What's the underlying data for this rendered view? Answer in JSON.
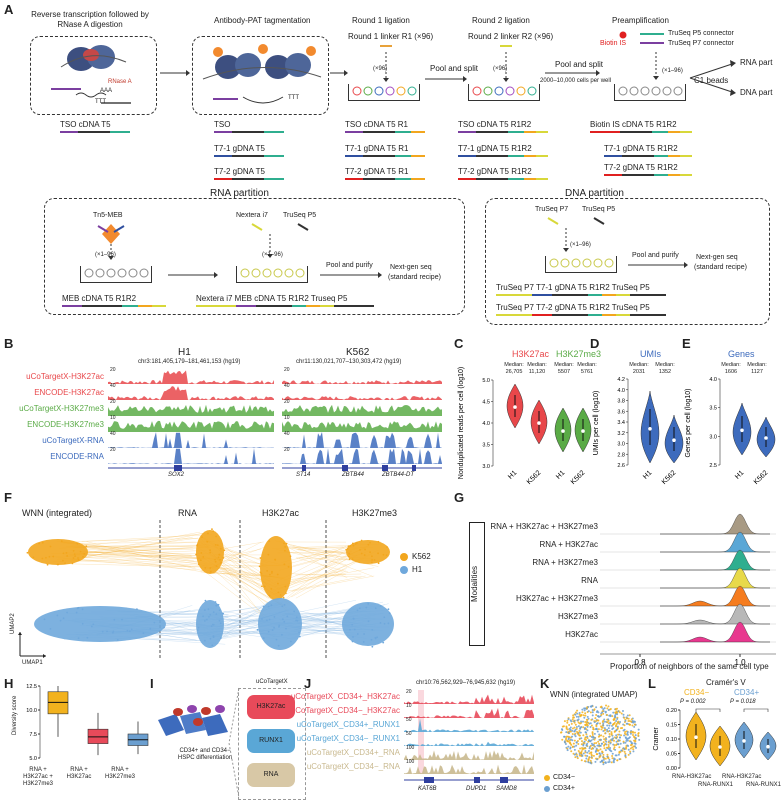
{
  "panels": [
    "A",
    "B",
    "C",
    "D",
    "E",
    "F",
    "G",
    "H",
    "I",
    "J",
    "K",
    "L"
  ],
  "A": {
    "steps": [
      "Reverse transcription followed by RNase A digestion",
      "Antibody-PAT tagmentation",
      "Round 1 ligation",
      "Round 2 ligation",
      "Preamplification"
    ],
    "round1_linker": "Round 1 linker R1 (×96)",
    "round2_linker": "Round 2 linker R2 (×96)",
    "x96": "(×96)",
    "pool_split": "Pool and split",
    "pool_split2": "Pool and split",
    "cells_per_well": "2000–10,000 cells per well",
    "x1_96": "(×1–96)",
    "biotin_is": "Biotin IS",
    "p5_conn": "TruSeq P5 connector",
    "p7_conn": "TruSeq P7 connector",
    "c1_beads": "C1 beads",
    "rna_part": "RNA part",
    "dna_part": "DNA part",
    "rnase": "RNase A",
    "aaa": "AAA",
    "ttt": "TTT",
    "frag_tso": "TSO  cDNA   T5",
    "frag_r1": [
      "TSO   cDNA   T5  R1",
      "T7-1  gDNA   T5  R1",
      "T7-2  gDNA   T5  R1"
    ],
    "frag_t5": [
      "TSO",
      "T7-1  gDNA   T5",
      "T7-2  gDNA   T5"
    ],
    "frag_r1r2": [
      "TSO   cDNA   T5  R1R2",
      "T7-1  gDNA   T5  R1R2",
      "T7-2  gDNA   T5  R1R2"
    ],
    "frag_pre": [
      "Biotin IS   cDNA   T5  R1R2",
      "T7-1  gDNA   T5  R1R2",
      "T7-2  gDNA   T5  R1R2"
    ],
    "rna_partition": "RNA partition",
    "dna_partition": "DNA partition",
    "tn5_meb": "Tn5-MEB",
    "nextera_i7": "Nextera i7",
    "truseq_p5": "TruSeq P5",
    "truseq_p7": "TruSeq P7",
    "pool_purify": "Pool and purify",
    "nextgen": "Next-gen seq",
    "standard": "(standard recipe)",
    "rna_frag1": "MEB   cDNA   T5  R1R2",
    "rna_frag2": "Nextera i7  MEB   cDNA   T5  R1R2   Truseq P5",
    "dna_frag1": "TruSeq P7  T7-1   gDNA   T5  R1R2   TruSeq P5",
    "dna_frag2": "TruSeq P7  T7-2   gDNA   T5  R1R2   TruSeq P5"
  },
  "B": {
    "tracks": [
      {
        "label": "uCoTargetX-H3K27ac",
        "color": "#e8474a",
        "max1": "20",
        "max2": "20"
      },
      {
        "label": "ENCODE-H3K27ac",
        "color": "#e8474a",
        "max1": "40",
        "max2": "40"
      },
      {
        "label": "uCoTargetX-H3K27me3",
        "color": "#5aab46",
        "max1": "20",
        "max2": "20"
      },
      {
        "label": "ENCODE-H3K27me3",
        "color": "#5aab46",
        "max1": "10",
        "max2": "10"
      },
      {
        "label": "uCoTargetX-RNA",
        "color": "#3d6bbd",
        "max1": "40",
        "max2": "40"
      },
      {
        "label": "ENCODE-RNA",
        "color": "#3d6bbd",
        "max1": "20",
        "max2": "20"
      }
    ],
    "h1_title": "H1",
    "h1_coord": "chr3:181,405,179–181,461,153 (hg19)",
    "k562_title": "K562",
    "k562_coord": "chr11:130,021,707–130,303,472 (hg19)",
    "genes_h1": [
      "SOX2"
    ],
    "genes_k562": [
      "ST14",
      "ZBTB44",
      "ZBTB44-DT"
    ]
  },
  "C": {
    "title1": "H3K27ac",
    "title2": "H3K27me3",
    "title1_color": "#e8474a",
    "title2_color": "#5aab46",
    "medians": [
      {
        "label": "Median:",
        "v": "26,705"
      },
      {
        "label": "Median:",
        "v": "11,120"
      },
      {
        "label": "Median:",
        "v": "5507"
      },
      {
        "label": "Median:",
        "v": "5761"
      }
    ],
    "ylabel": "Nonduplicated reads per cell (log10)",
    "yticks": [
      "5.0",
      "4.5",
      "4.0",
      "3.5",
      "3.0"
    ],
    "xlabels": [
      "H1",
      "K562",
      "H1",
      "K562"
    ]
  },
  "D": {
    "title": "UMIs",
    "title_color": "#3d6bbd",
    "medians": [
      {
        "label": "Median:",
        "v": "2031"
      },
      {
        "label": "Median:",
        "v": "1352"
      }
    ],
    "ylabel": "UMIs per cell (log10)",
    "yticks": [
      "4.2",
      "4.0",
      "3.8",
      "3.6",
      "3.4",
      "3.2",
      "3.0",
      "2.8",
      "2.6"
    ],
    "xlabels": [
      "H1",
      "K562"
    ]
  },
  "E": {
    "title": "Genes",
    "title_color": "#3d6bbd",
    "medians": [
      {
        "label": "Median:",
        "v": "1606"
      },
      {
        "label": "Median:",
        "v": "1127"
      }
    ],
    "ylabel": "Genes per cell (log10)",
    "yticks": [
      "4.0",
      "3.5",
      "3.0",
      "2.5"
    ],
    "xlabels": [
      "H1",
      "K562"
    ]
  },
  "F": {
    "columns": [
      "WNN (integrated)",
      "RNA",
      "H3K27ac",
      "H3K27me3"
    ],
    "legend": [
      {
        "name": "K562",
        "color": "#f2a61e"
      },
      {
        "name": "H1",
        "color": "#6fa8dc"
      }
    ],
    "x_axis": "UMAP1",
    "y_axis": "UMAP2"
  },
  "G": {
    "ylabel": "Modalities",
    "rows": [
      {
        "label": "RNA + H3K27ac + H3K27me3",
        "color": "#a89a84"
      },
      {
        "label": "RNA + H3K27ac",
        "color": "#5aa7d6"
      },
      {
        "label": "RNA + H3K27me3",
        "color": "#2fae8f"
      },
      {
        "label": "RNA",
        "color": "#e8d94a"
      },
      {
        "label": "H3K27ac + H3K27me3",
        "color": "#f57c1f"
      },
      {
        "label": "H3K27me3",
        "color": "#b8b8b8"
      },
      {
        "label": "H3K27ac",
        "color": "#e8388f"
      }
    ],
    "xticks": [
      "0.8",
      "1.0"
    ],
    "xlabel": "Proportion of neighbors of the same cell type"
  },
  "H": {
    "ylabel": "Diversity score",
    "yticks": [
      "12.5",
      "10.0",
      "7.5",
      "5.0"
    ],
    "boxes": [
      {
        "label": "RNA + H3K27ac + H3K27me3",
        "color": "#f2b21e",
        "median": 10.8,
        "q1": 9.6,
        "q3": 11.9,
        "lo": 7.2,
        "hi": 13.4
      },
      {
        "label": "RNA + H3K27ac",
        "color": "#e84a5a",
        "median": 7.2,
        "q1": 6.5,
        "q3": 8.0,
        "lo": 5.3,
        "hi": 9.7
      },
      {
        "label": "RNA + H3K27me3",
        "color": "#6b9fd0",
        "median": 6.9,
        "q1": 6.3,
        "q3": 7.5,
        "lo": 5.4,
        "hi": 8.8
      }
    ]
  },
  "I": {
    "caption": "CD34+ and CD34− HSPC differentiation",
    "box_title": "uCoTargetX",
    "items": [
      {
        "label": "H3K27ac",
        "color": "#e84a5a"
      },
      {
        "label": "RUNX1",
        "color": "#5aa7d6"
      },
      {
        "label": "RNA",
        "color": "#d8c8a6"
      }
    ]
  },
  "J": {
    "coord": "chr10:76,562,929–76,945,632 (hg19)",
    "tracks": [
      {
        "label": "uCoTargetX_CD34+_H3K27ac",
        "color": "#e84a5a",
        "max": "20"
      },
      {
        "label": "uCoTargetX_CD34−_H3K27ac",
        "color": "#e84a5a",
        "max": "10"
      },
      {
        "label": "uCoTargetX_CD34+_RUNX1",
        "color": "#5aa7d6",
        "max": "50"
      },
      {
        "label": "uCoTargetX_CD34−_RUNX1",
        "color": "#5aa7d6",
        "max": "50"
      },
      {
        "label": "uCoTargetX_CD34+_RNA",
        "color": "#c9b98f",
        "max": "100"
      },
      {
        "label": "uCoTargetX_CD34−_RNA",
        "color": "#c9b98f",
        "max": "100"
      }
    ],
    "genes": [
      "KAT6B",
      "DUPD1",
      "SAMD8"
    ]
  },
  "K": {
    "title": "WNN (integrated UMAP)",
    "legend": [
      {
        "name": "CD34−",
        "color": "#f2b21e"
      },
      {
        "name": "CD34+",
        "color": "#6b9fd0"
      }
    ]
  },
  "L": {
    "title": "Cramér's V",
    "ylabel": "Cramer",
    "group1": "CD34−",
    "group2": "CD34+",
    "group1_color": "#f2b21e",
    "group2_color": "#6b9fd0",
    "p1": "P = 0.002",
    "p2": "P = 0.018",
    "yticks": [
      "0.20",
      "0.15",
      "0.10",
      "0.05",
      "0.00"
    ],
    "xlabels": [
      "RNA-H3K27ac",
      "RNA-RUNX1",
      "RNA-H3K27ac",
      "RNA-RUNX1"
    ]
  }
}
